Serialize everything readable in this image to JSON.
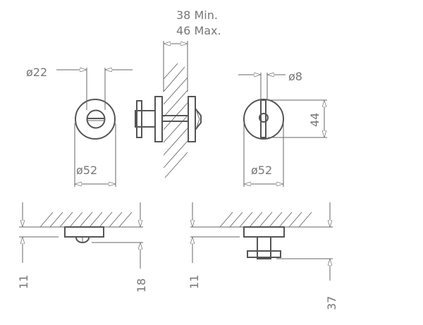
{
  "top_view": {
    "wall_thickness_min": "38 Min.",
    "wall_thickness_max": "46 Max.",
    "left_inner_diameter": "ø22",
    "left_outer_diameter": "ø52",
    "right_slot_width": "ø8",
    "right_bar_length": "44",
    "right_outer_diameter": "ø52"
  },
  "side_view": {
    "left_plate_thickness": "11",
    "left_total_depth": "18",
    "right_plate_thickness": "11",
    "right_total_depth": "37"
  }
}
